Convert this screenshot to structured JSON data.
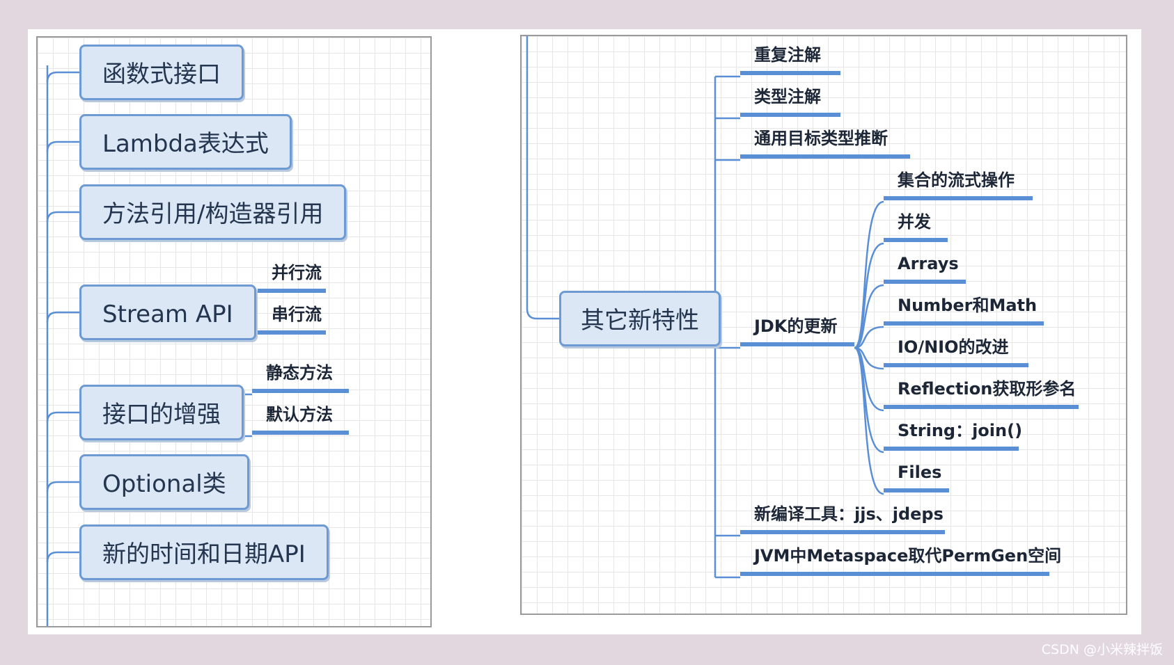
{
  "left_map": {
    "branches": [
      {
        "label": "函数式接口",
        "children": []
      },
      {
        "label": "Lambda表达式",
        "children": []
      },
      {
        "label": "方法引用/构造器引用",
        "children": []
      },
      {
        "label": "Stream API",
        "children": [
          "并行流",
          "串行流"
        ]
      },
      {
        "label": "接口的增强",
        "children": [
          "静态方法",
          "默认方法"
        ]
      },
      {
        "label": "Optional类",
        "children": []
      },
      {
        "label": "新的时间和日期API",
        "children": []
      }
    ]
  },
  "right_map": {
    "center": "其它新特性",
    "branches": [
      {
        "label": "重复注解",
        "children": []
      },
      {
        "label": "类型注解",
        "children": []
      },
      {
        "label": "通用目标类型推断",
        "children": []
      },
      {
        "label": "JDK的更新",
        "children": [
          "集合的流式操作",
          "并发",
          "Arrays",
          "Number和Math",
          "IO/NIO的改进",
          "Reflection获取形参名",
          "String：join()",
          "Files"
        ]
      },
      {
        "label": "新编译工具：jjs、jdeps",
        "children": []
      },
      {
        "label": "JVM中Metaspace取代PermGen空间",
        "children": []
      }
    ]
  },
  "watermark": "CSDN @小米辣拌饭",
  "colors": {
    "background": "#e2d6df",
    "node_fill": "#dbe7f4",
    "node_border": "#6e9ad4",
    "connector": "#5a8fd6"
  }
}
